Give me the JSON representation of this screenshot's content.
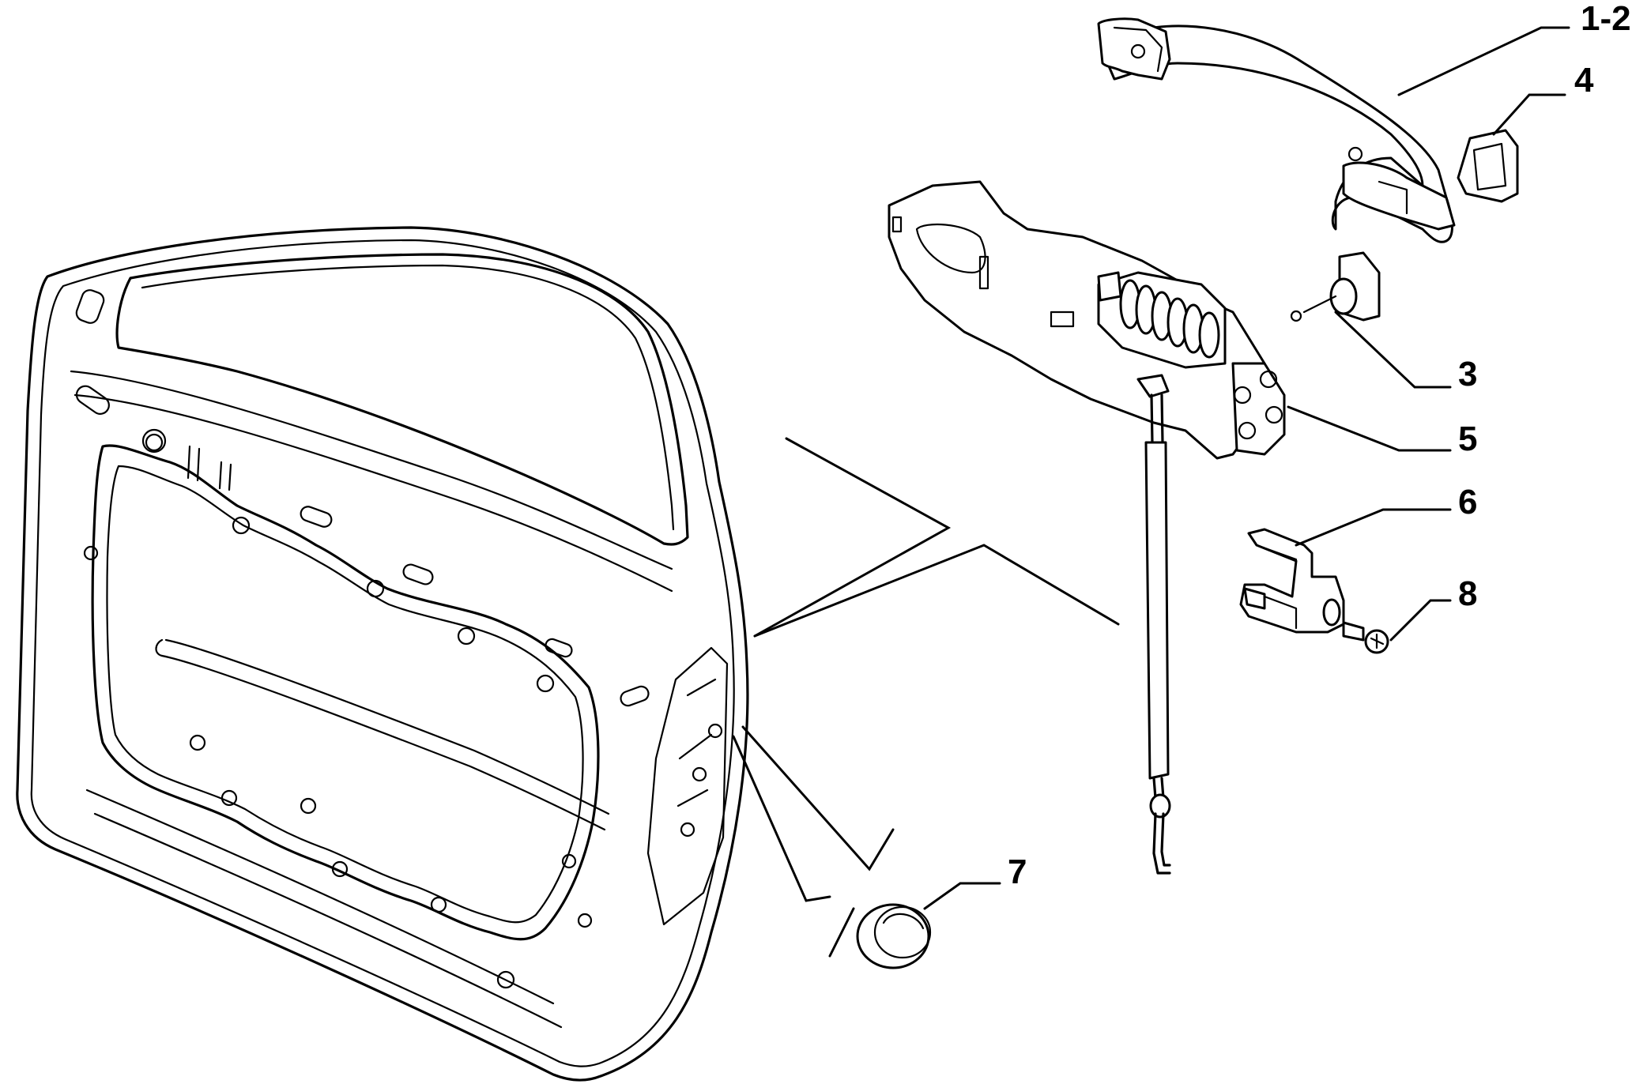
{
  "callouts": [
    {
      "id": "1-2",
      "label": "1-2"
    },
    {
      "id": "4",
      "label": "4"
    },
    {
      "id": "3",
      "label": "3"
    },
    {
      "id": "5",
      "label": "5"
    },
    {
      "id": "6",
      "label": "6"
    },
    {
      "id": "8",
      "label": "8"
    },
    {
      "id": "7",
      "label": "7"
    }
  ]
}
